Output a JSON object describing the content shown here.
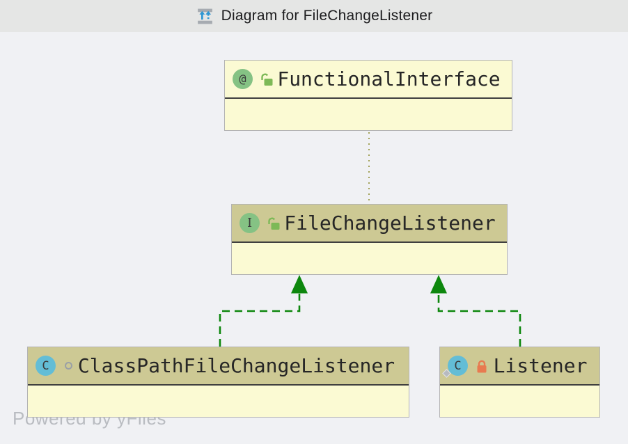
{
  "window": {
    "title": "Diagram for FileChangeListener",
    "title_icon": "diagram-collapse-expand-icon"
  },
  "watermark": "Powered by yFiles",
  "colors": {
    "titlebar_bg": "#e5e6e5",
    "canvas_bg": "#f0f1f4",
    "node_body": "#fbfad3",
    "node_header_highlight": "#cdc994",
    "node_border": "#b3b3b3",
    "annotation_badge": "#85c284",
    "interface_badge": "#85c284",
    "class_badge": "#63bdd6",
    "unlocked_icon": "#7db957",
    "locked_icon": "#e87a50",
    "implements_edge": "#0d870d",
    "annotation_edge": "#a2a258",
    "watermark_text": "#b9bcc1"
  },
  "diagram": {
    "nodes": [
      {
        "id": "functional-interface",
        "label": "FunctionalInterface",
        "kind": "annotation",
        "badge": "@",
        "visibility": "public",
        "visibility_icon": "unlocked-icon",
        "header_highlight": false
      },
      {
        "id": "file-change-listener",
        "label": "FileChangeListener",
        "kind": "interface",
        "badge": "I",
        "visibility": "public",
        "visibility_icon": "unlocked-icon",
        "header_highlight": true
      },
      {
        "id": "class-path-file-change-listener",
        "label": "ClassPathFileChangeListener",
        "kind": "class",
        "badge": "C",
        "visibility": "package-private",
        "visibility_icon": "package-private-ring-icon",
        "header_highlight": true
      },
      {
        "id": "listener",
        "label": "Listener",
        "kind": "class",
        "static": true,
        "badge": "C",
        "visibility": "private",
        "visibility_icon": "locked-icon",
        "header_highlight": true
      }
    ],
    "edges": [
      {
        "from": "file-change-listener",
        "to": "functional-interface",
        "type": "annotated-by",
        "style": "dotted-olive"
      },
      {
        "from": "class-path-file-change-listener",
        "to": "file-change-listener",
        "type": "implements",
        "style": "dashed-green-hollow-arrow"
      },
      {
        "from": "listener",
        "to": "file-change-listener",
        "type": "implements",
        "style": "dashed-green-hollow-arrow"
      }
    ]
  }
}
